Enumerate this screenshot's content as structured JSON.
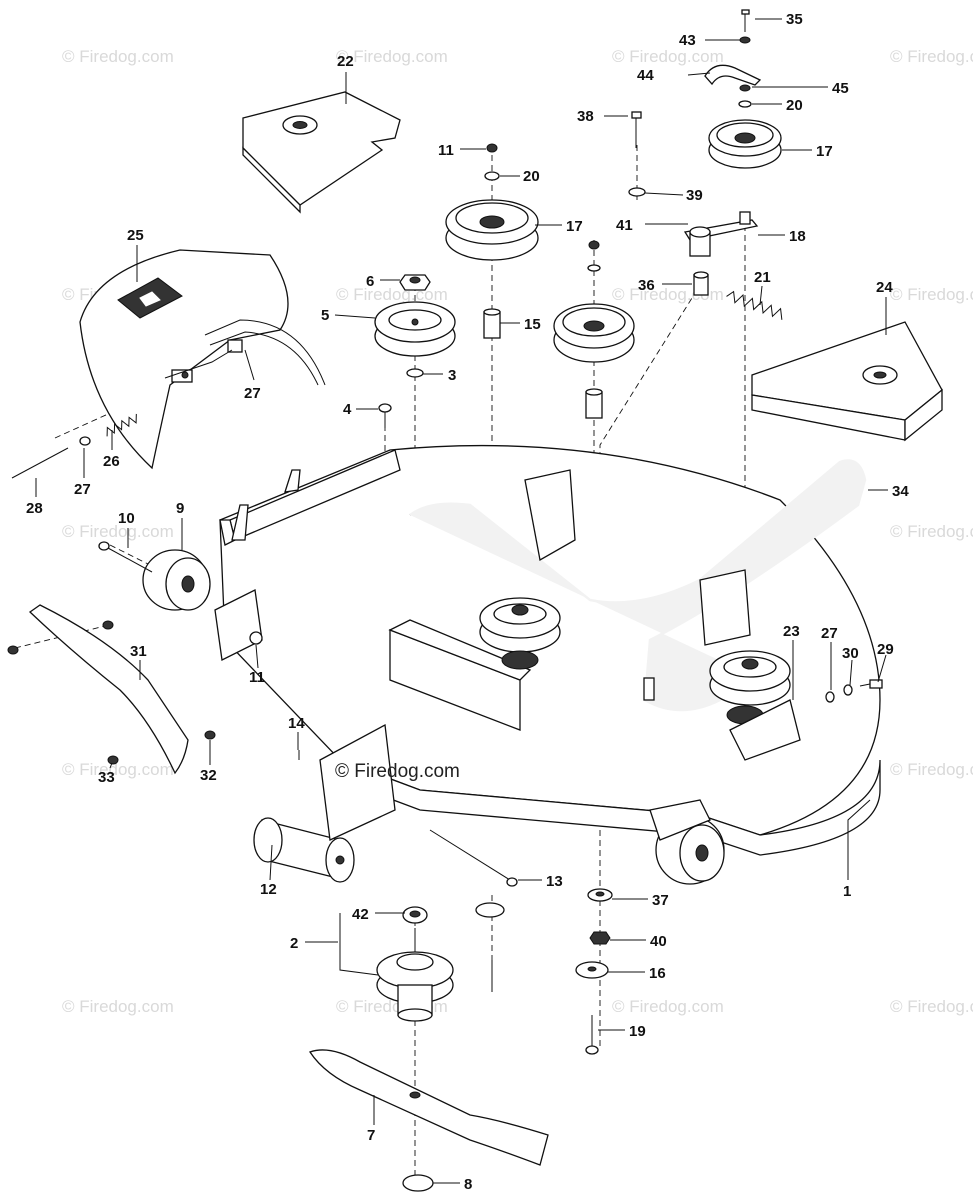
{
  "watermark": "© Firedog.com",
  "center_watermark": "© Firedog.com",
  "callouts": [
    {
      "id": "c35",
      "text": "35"
    },
    {
      "id": "c43",
      "text": "43"
    },
    {
      "id": "c44",
      "text": "44"
    },
    {
      "id": "c45",
      "text": "45"
    },
    {
      "id": "c20a",
      "text": "20"
    },
    {
      "id": "c17a",
      "text": "17"
    },
    {
      "id": "c38",
      "text": "38"
    },
    {
      "id": "c39",
      "text": "39"
    },
    {
      "id": "c41",
      "text": "41"
    },
    {
      "id": "c18",
      "text": "18"
    },
    {
      "id": "c22",
      "text": "22"
    },
    {
      "id": "c11a",
      "text": "11"
    },
    {
      "id": "c20b",
      "text": "20"
    },
    {
      "id": "c17b",
      "text": "17"
    },
    {
      "id": "c25",
      "text": "25"
    },
    {
      "id": "c6",
      "text": "6"
    },
    {
      "id": "c5",
      "text": "5"
    },
    {
      "id": "c15",
      "text": "15"
    },
    {
      "id": "c36",
      "text": "36"
    },
    {
      "id": "c21",
      "text": "21"
    },
    {
      "id": "c24",
      "text": "24"
    },
    {
      "id": "c3",
      "text": "3"
    },
    {
      "id": "c27a",
      "text": "27"
    },
    {
      "id": "c4",
      "text": "4"
    },
    {
      "id": "c26",
      "text": "26"
    },
    {
      "id": "c28",
      "text": "28"
    },
    {
      "id": "c27b",
      "text": "27"
    },
    {
      "id": "c34",
      "text": "34"
    },
    {
      "id": "c10",
      "text": "10"
    },
    {
      "id": "c9",
      "text": "9"
    },
    {
      "id": "c31",
      "text": "31"
    },
    {
      "id": "c11b",
      "text": "11"
    },
    {
      "id": "c23",
      "text": "23"
    },
    {
      "id": "c27c",
      "text": "27"
    },
    {
      "id": "c30",
      "text": "30"
    },
    {
      "id": "c29",
      "text": "29"
    },
    {
      "id": "c14",
      "text": "14"
    },
    {
      "id": "c32",
      "text": "32"
    },
    {
      "id": "c33",
      "text": "33"
    },
    {
      "id": "c12",
      "text": "12"
    },
    {
      "id": "c13",
      "text": "13"
    },
    {
      "id": "c1",
      "text": "1"
    },
    {
      "id": "c42",
      "text": "42"
    },
    {
      "id": "c2",
      "text": "2"
    },
    {
      "id": "c37",
      "text": "37"
    },
    {
      "id": "c40",
      "text": "40"
    },
    {
      "id": "c16",
      "text": "16"
    },
    {
      "id": "c19",
      "text": "19"
    },
    {
      "id": "c7",
      "text": "7"
    },
    {
      "id": "c8",
      "text": "8"
    }
  ]
}
